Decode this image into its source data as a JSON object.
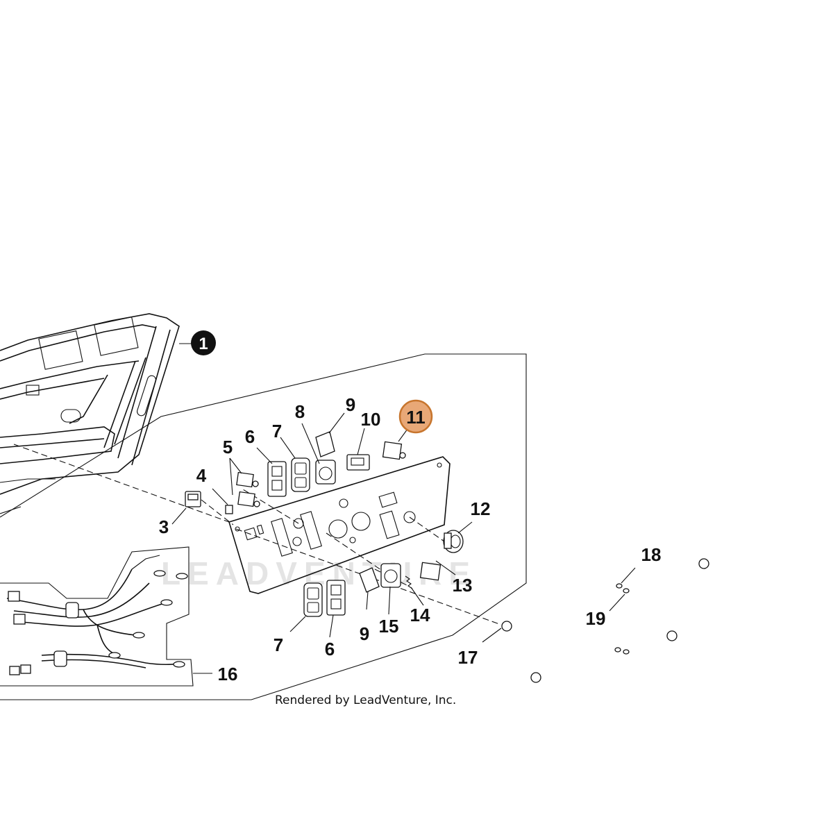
{
  "diagram": {
    "credit": "Rendered by LeadVenture, Inc.",
    "watermark": "LEADVENTURE",
    "assembly_callout": "1",
    "highlighted_callout": "11",
    "highlight_color": "#e8a877",
    "highlight_border": "#c7752d",
    "callouts": [
      "3",
      "4",
      "5",
      "6",
      "7",
      "8",
      "9",
      "10",
      "11",
      "12",
      "13",
      "14",
      "15",
      "6",
      "7",
      "9",
      "16",
      "17",
      "18",
      "19"
    ]
  }
}
